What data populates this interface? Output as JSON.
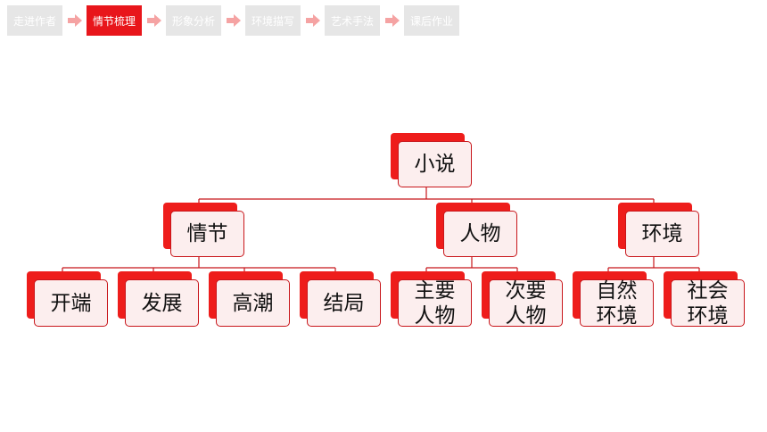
{
  "nav": {
    "tabs": [
      {
        "label": "走进作者",
        "active": false
      },
      {
        "label": "情节梳理",
        "active": true
      },
      {
        "label": "形象分析",
        "active": false
      },
      {
        "label": "环境描写",
        "active": false
      },
      {
        "label": "艺术手法",
        "active": false
      },
      {
        "label": "课后作业",
        "active": false
      }
    ],
    "arrow_icon": "arrow-right-icon"
  },
  "colors": {
    "accent": "#e8161b",
    "card_fill": "#fceeee",
    "card_border": "#c8161b",
    "tab_inactive": "#e6e6e6",
    "nav_arrow": "#f5a3a3"
  },
  "tree": {
    "root": {
      "label": "小说"
    },
    "branches": [
      {
        "label": "情节",
        "children": [
          {
            "label": "开端"
          },
          {
            "label": "发展"
          },
          {
            "label": "高潮"
          },
          {
            "label": "结局"
          }
        ]
      },
      {
        "label": "人物",
        "children": [
          {
            "label": "主要\n人物"
          },
          {
            "label": "次要\n人物"
          }
        ]
      },
      {
        "label": "环境",
        "children": [
          {
            "label": "自然\n环境"
          },
          {
            "label": "社会\n环境"
          }
        ]
      }
    ]
  }
}
